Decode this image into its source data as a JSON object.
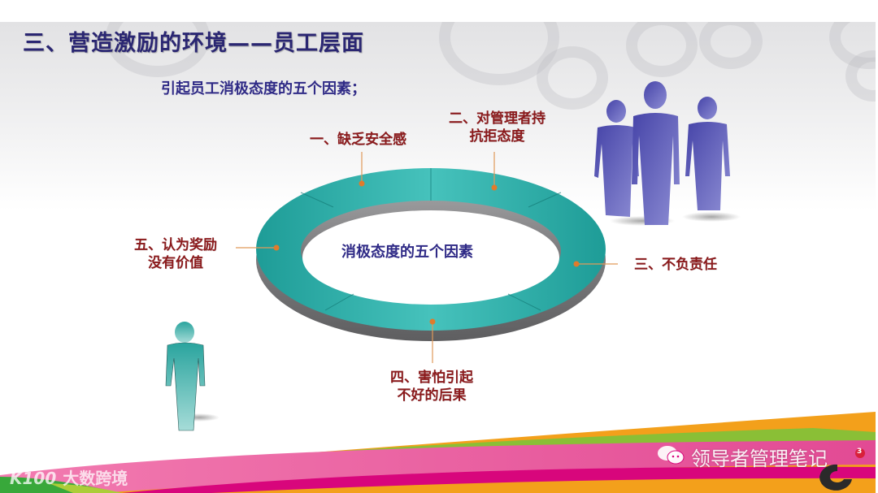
{
  "slide": {
    "title": "三、营造激励的环境——员工层面",
    "subtitle": "引起员工消极态度的五个因素；",
    "center_label": "消极态度的五个因素",
    "factors": [
      {
        "line1": "一、缺乏安全感",
        "line2": ""
      },
      {
        "line1": "二、对管理者持",
        "line2": "抗拒态度"
      },
      {
        "line1": "三、不负责任",
        "line2": ""
      },
      {
        "line1": "四、害怕引起",
        "line2": "不好的后果"
      },
      {
        "line1": "五、认为奖励",
        "line2": "没有价值"
      }
    ]
  },
  "colors": {
    "title": "#2a2672",
    "label": "#8b1a1c",
    "ring_teal": "#2fb0aa",
    "ring_side": "#7b7b7d",
    "people_blue": "#5a58b8",
    "person_teal": "#3bb3ad",
    "leader_line": "#e07b2b",
    "footer_magenta": "#d8067c",
    "footer_orange": "#f3a01b",
    "footer_green": "#38a83a"
  },
  "footer": {
    "brand_mark": "K100",
    "brand_text": "大数跨境",
    "wechat_icon": "wechat-icon",
    "wechat_account": "领导者管理笔记",
    "logo_badge": "3"
  }
}
